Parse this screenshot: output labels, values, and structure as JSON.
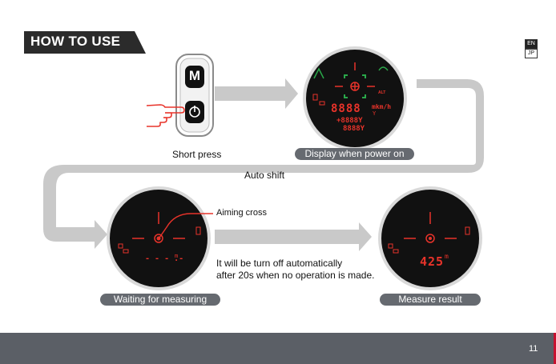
{
  "header": {
    "title": "HOW TO USE"
  },
  "languages": [
    {
      "code": "EN",
      "active": true
    },
    {
      "code": "JP",
      "active": false
    }
  ],
  "device": {
    "m_button_label": "M",
    "power_icon": "power-icon",
    "hand_icon": "pointing-hand-icon"
  },
  "captions": {
    "short_press": "Short press",
    "display_power_on": "Display when power on",
    "auto_shift": "Auto shift",
    "aiming_cross": "Aiming cross",
    "auto_off_line1": "It will be turn off automatically",
    "auto_off_line2": "after 20s when no operation is made.",
    "waiting": "Waiting for measuring",
    "measure_result": "Measure result"
  },
  "display_power_on": {
    "main_digits": "8888",
    "unit": "mkm/h",
    "unit_y": "Y",
    "line2": "+8888Y",
    "line3": "8888Y",
    "alt_label": "ALT"
  },
  "display_waiting": {
    "digits": "- - - .-",
    "unit": "m"
  },
  "display_result": {
    "digits": "425",
    "unit": "m"
  },
  "footer": {
    "page_number": "11"
  },
  "colors": {
    "banner": "#2b2b2b",
    "pill": "#666a70",
    "arrow": "#c9c9c9",
    "lcd_red": "#e8332a",
    "lcd_green": "#2aa84a",
    "footer": "#5b5f66"
  }
}
